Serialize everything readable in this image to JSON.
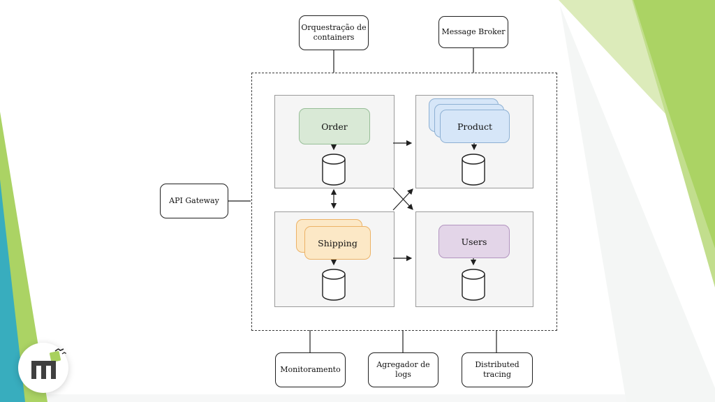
{
  "decor": {
    "teal": "#38adbe",
    "green": "#abd364",
    "green_medium": "#c2de8d",
    "green_pale": "#dcebba"
  },
  "nodes": {
    "orchestration": "Orquestração de containers",
    "message_broker": "Message Broker",
    "api_gateway": "API Gateway",
    "monitoring": "Monitoramento",
    "log_aggregator": "Agregador de logs",
    "distributed_tracing": "Distributed tracing"
  },
  "services": {
    "order": {
      "label": "Order",
      "fill": "#d9e9d6",
      "border": "#97be98",
      "instances": 1
    },
    "product": {
      "label": "Product",
      "fill": "#d6e6f8",
      "border": "#8db0d3",
      "instances": 3
    },
    "shipping": {
      "label": "Shipping",
      "fill": "#fce8c6",
      "border": "#ecb266",
      "instances": 2
    },
    "users": {
      "label": "Users",
      "fill": "#e3d5e8",
      "border": "#b294bf",
      "instances": 1
    }
  }
}
